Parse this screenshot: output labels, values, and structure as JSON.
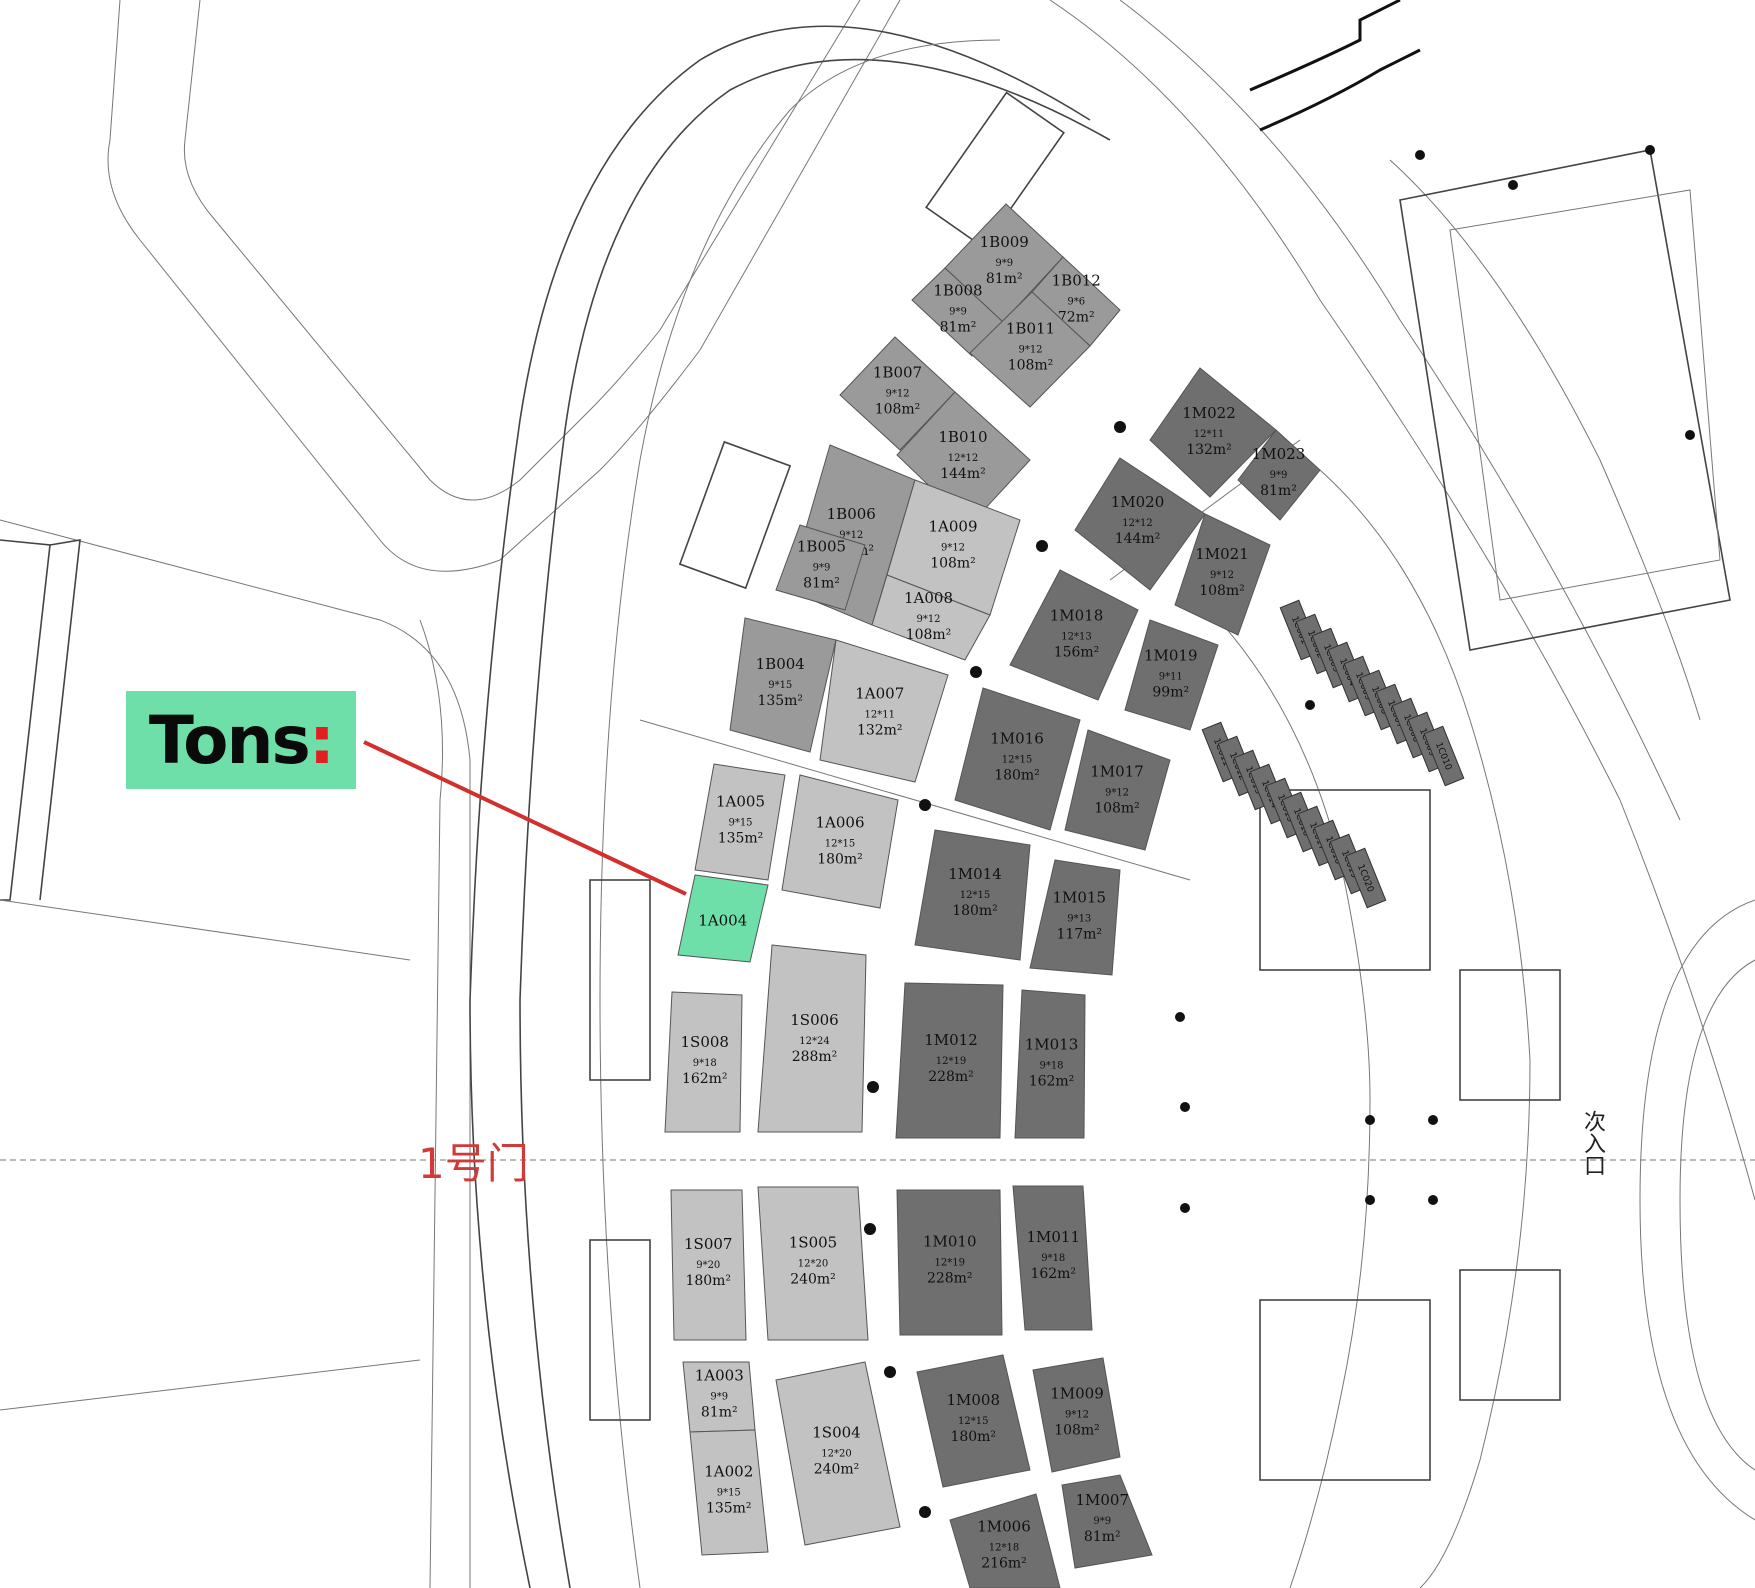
{
  "brand": {
    "name": "Tons",
    "colon": ":"
  },
  "gate_label": "1号门",
  "side_entrance": "次入口",
  "highlight_color": "#6fdfa9",
  "callout_color": "#d32f2f",
  "booth_colors": {
    "light": "#c2c2c2",
    "medium": "#9a9a9a",
    "dark": "#6f6f6f",
    "highlight": "#6fdfa9"
  },
  "booths": [
    {
      "id": "1B009",
      "dim": "9*9",
      "area": "81m²",
      "tone": "medium"
    },
    {
      "id": "1B008",
      "dim": "9*9",
      "area": "81m²",
      "tone": "medium"
    },
    {
      "id": "1B012",
      "dim": "9*6",
      "area": "72m²",
      "tone": "medium"
    },
    {
      "id": "1B011",
      "dim": "9*12",
      "area": "108m²",
      "tone": "medium"
    },
    {
      "id": "1B007",
      "dim": "9*12",
      "area": "108m²",
      "tone": "medium"
    },
    {
      "id": "1B010",
      "dim": "12*12",
      "area": "144m²",
      "tone": "medium"
    },
    {
      "id": "1B006",
      "dim": "9*12",
      "area": "108m²",
      "tone": "medium"
    },
    {
      "id": "1B005",
      "dim": "9*9",
      "area": "81m²",
      "tone": "medium"
    },
    {
      "id": "1A009",
      "dim": "9*12",
      "area": "108m²",
      "tone": "light"
    },
    {
      "id": "1A008",
      "dim": "9*12",
      "area": "108m²",
      "tone": "light"
    },
    {
      "id": "1B004",
      "dim": "9*15",
      "area": "135m²",
      "tone": "medium"
    },
    {
      "id": "1A007",
      "dim": "12*11",
      "area": "132m²",
      "tone": "light"
    },
    {
      "id": "1M022",
      "dim": "12*11",
      "area": "132m²",
      "tone": "dark"
    },
    {
      "id": "1M023",
      "dim": "9*9",
      "area": "81m²",
      "tone": "dark"
    },
    {
      "id": "1M020",
      "dim": "12*12",
      "area": "144m²",
      "tone": "dark"
    },
    {
      "id": "1M021",
      "dim": "9*12",
      "area": "108m²",
      "tone": "dark"
    },
    {
      "id": "1M018",
      "dim": "12*13",
      "area": "156m²",
      "tone": "dark"
    },
    {
      "id": "1M019",
      "dim": "9*11",
      "area": "99m²",
      "tone": "dark"
    },
    {
      "id": "1M016",
      "dim": "12*15",
      "area": "180m²",
      "tone": "dark"
    },
    {
      "id": "1M017",
      "dim": "9*12",
      "area": "108m²",
      "tone": "dark"
    },
    {
      "id": "1A005",
      "dim": "9*15",
      "area": "135m²",
      "tone": "light"
    },
    {
      "id": "1A006",
      "dim": "12*15",
      "area": "180m²",
      "tone": "light"
    },
    {
      "id": "1M014",
      "dim": "12*15",
      "area": "180m²",
      "tone": "dark"
    },
    {
      "id": "1M015",
      "dim": "9*13",
      "area": "117m²",
      "tone": "dark"
    },
    {
      "id": "1A004",
      "dim": "",
      "area": "",
      "tone": "highlight"
    },
    {
      "id": "1S006",
      "dim": "12*24",
      "area": "288m²",
      "tone": "light"
    },
    {
      "id": "1S008",
      "dim": "9*18",
      "area": "162m²",
      "tone": "light"
    },
    {
      "id": "1M012",
      "dim": "12*19",
      "area": "228m²",
      "tone": "dark"
    },
    {
      "id": "1M013",
      "dim": "9*18",
      "area": "162m²",
      "tone": "dark"
    },
    {
      "id": "1S007",
      "dim": "9*20",
      "area": "180m²",
      "tone": "light"
    },
    {
      "id": "1S005",
      "dim": "12*20",
      "area": "240m²",
      "tone": "light"
    },
    {
      "id": "1M010",
      "dim": "12*19",
      "area": "228m²",
      "tone": "dark"
    },
    {
      "id": "1M011",
      "dim": "9*18",
      "area": "162m²",
      "tone": "dark"
    },
    {
      "id": "1A003",
      "dim": "9*9",
      "area": "81m²",
      "tone": "light"
    },
    {
      "id": "1A002",
      "dim": "9*15",
      "area": "135m²",
      "tone": "light"
    },
    {
      "id": "1S004",
      "dim": "12*20",
      "area": "240m²",
      "tone": "light"
    },
    {
      "id": "1M008",
      "dim": "12*15",
      "area": "180m²",
      "tone": "dark"
    },
    {
      "id": "1M009",
      "dim": "9*12",
      "area": "108m²",
      "tone": "dark"
    },
    {
      "id": "1M007",
      "dim": "9*9",
      "area": "81m²",
      "tone": "dark"
    },
    {
      "id": "1M006",
      "dim": "12*18",
      "area": "216m²",
      "tone": "dark"
    }
  ],
  "small_booths_upper": [
    "1C001",
    "1C002",
    "1C003",
    "1C004",
    "1C005",
    "1C006",
    "1C007",
    "1C008",
    "1C009",
    "1C010"
  ],
  "small_booths_lower": [
    "1C011",
    "1C012",
    "1C013",
    "1C014",
    "1C015",
    "1C016",
    "1C017",
    "1C018",
    "1C019",
    "1C020"
  ]
}
